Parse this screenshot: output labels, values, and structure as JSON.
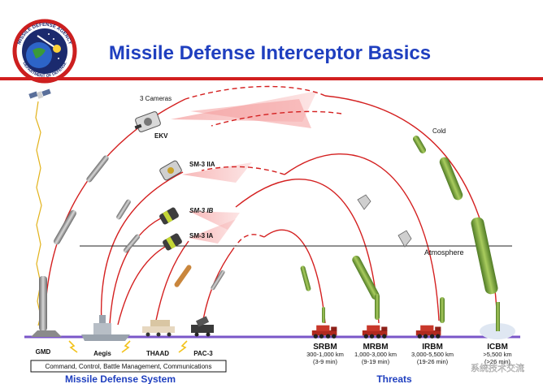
{
  "header": {
    "title": "Missile Defense Interceptor Basics",
    "logo_text_top": "MISSILE DEFENSE AGENCY",
    "logo_text_bottom": "DEPARTMENT OF DEFENSE"
  },
  "labels": {
    "cameras": "3 Cameras",
    "ekv": "EKV",
    "sm3_iia": "SM-3 IIA",
    "sm3_ib": "SM-3 IB",
    "sm3_ia": "SM-3 IA",
    "cold": "Cold",
    "atmosphere": "Atmosphere"
  },
  "systems": {
    "gmd": "GMD",
    "aegis": "Aegis",
    "thaad": "THAAD",
    "pac3": "PAC-3",
    "c2_box": "Command, Control, Battle Management, Communications",
    "section_title": "Missile Defense System"
  },
  "threats": {
    "section_title": "Threats",
    "items": [
      {
        "name": "SRBM",
        "range": "300-1,000 km",
        "time": "(3-9 min)"
      },
      {
        "name": "MRBM",
        "range": "1,000-3,000 km",
        "time": "(9-19 min)"
      },
      {
        "name": "IRBM",
        "range": "3,000-5,500 km",
        "time": "(19-26 min)"
      },
      {
        "name": "ICBM",
        "range": ">5,500 km",
        "time": "(>26 min)"
      }
    ]
  },
  "watermark": "系统技术交流",
  "colors": {
    "title_blue": "#1f3fbf",
    "rule_red": "#d21f1f",
    "trajectory_red": "#d42020",
    "ground_purple": "#7a56c8",
    "sensor_pink": "#f08a8a",
    "missile_green": "#7da040",
    "launcher_red": "#b02a1f"
  }
}
